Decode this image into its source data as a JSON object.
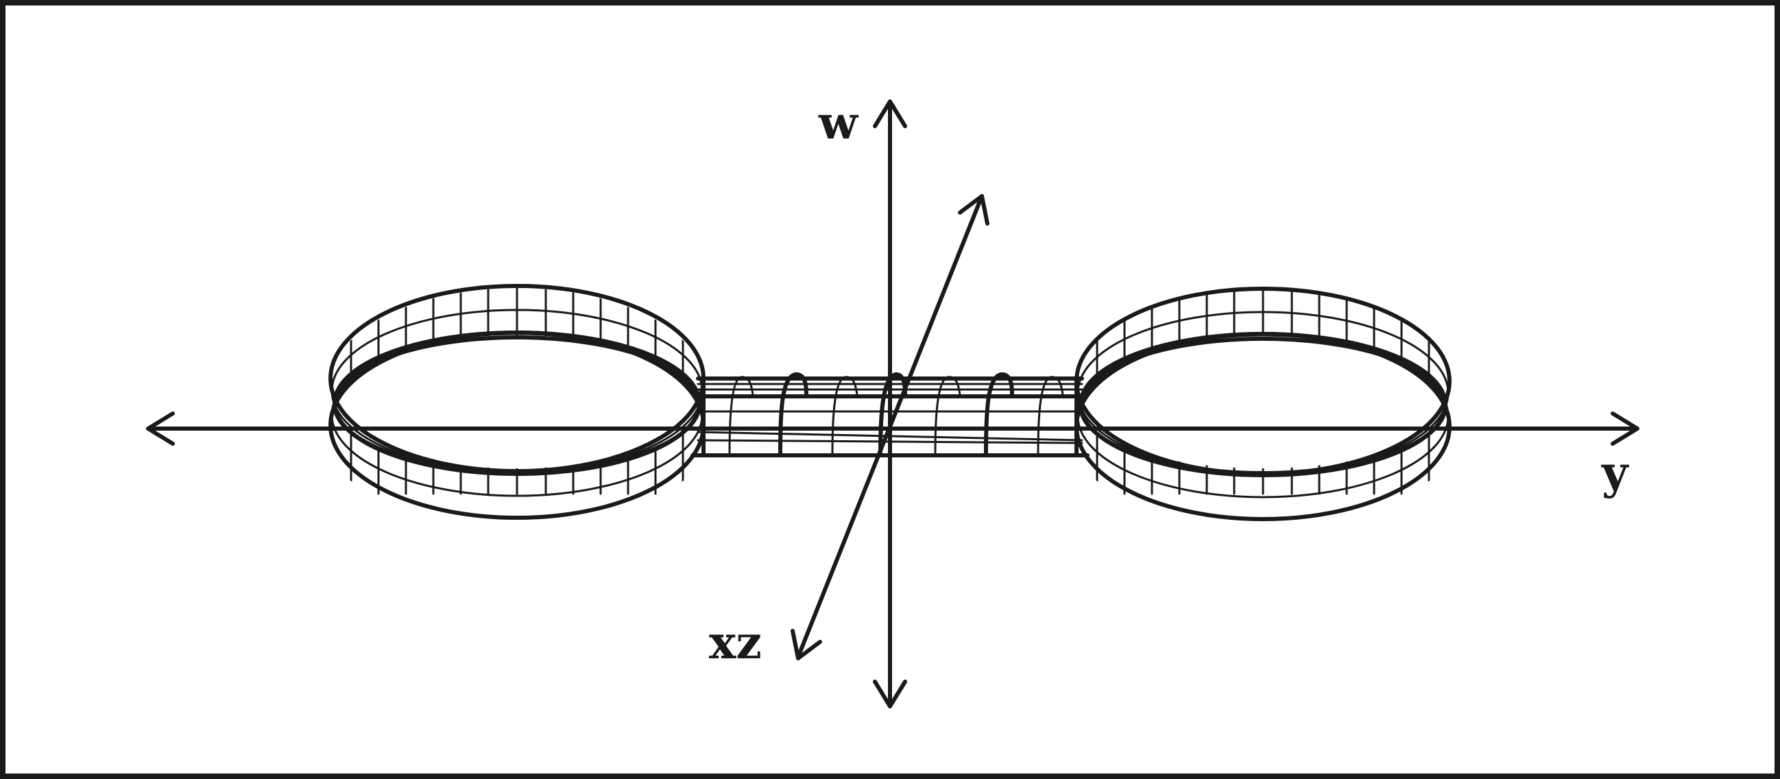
{
  "diagram": {
    "labels": {
      "w": "w",
      "y": "y",
      "xz": "xz"
    },
    "colors": {
      "ink": "#1a1a1a",
      "background": "#ffffff"
    }
  }
}
